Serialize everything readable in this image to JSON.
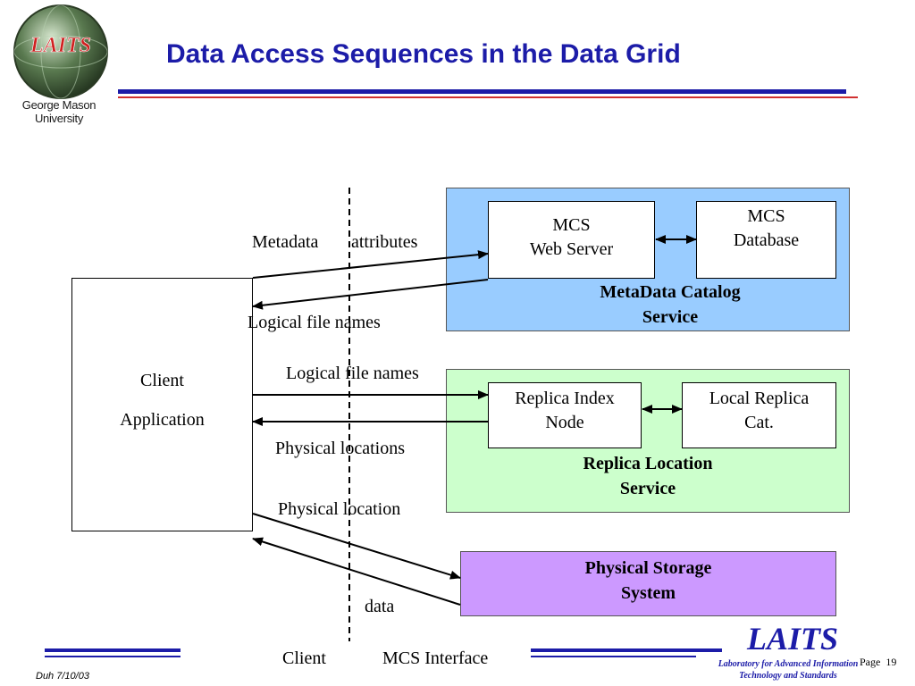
{
  "slide": {
    "title": "Data Access Sequences in the Data Grid",
    "logo_text": "George Mason University"
  },
  "colors": {
    "title": "#1c1ca8",
    "mcs_panel": "#99ccff",
    "rls_panel": "#ccffcc",
    "storage_panel": "#cc99ff",
    "rule_red": "#d03030"
  },
  "diagram": {
    "client": {
      "line1": "Client",
      "line2": "Application"
    },
    "mcs_service": {
      "web_server": {
        "line1": "MCS",
        "line2": "Web Server"
      },
      "database": {
        "line1": "MCS",
        "line2": "Database"
      },
      "label_line1": "MetaData Catalog",
      "label_line2": "Service"
    },
    "rls_service": {
      "index_node": {
        "line1": "Replica Index",
        "line2": "Node"
      },
      "local_catalog": {
        "line1": "Local Replica",
        "line2": "Cat."
      },
      "label_line1": "Replica Location",
      "label_line2": "Service"
    },
    "storage": {
      "label_line1": "Physical Storage",
      "label_line2": "System"
    },
    "flows": {
      "metadata": "Metadata",
      "attributes": "attributes",
      "logical_names_1": "Logical file names",
      "logical_names_2": "Logical  file names",
      "physical_locations": "Physical locations",
      "physical_location": "Physical  location",
      "data": "data"
    }
  },
  "footer": {
    "client": "Client",
    "interface": "MCS Interface",
    "date": "Duh 7/10/03",
    "brand": "LAITS",
    "brand_sub_line1": "Laboratory for Advanced Information",
    "brand_sub_line2": "Technology and Standards",
    "page_label": "Page",
    "page_number": "19"
  }
}
